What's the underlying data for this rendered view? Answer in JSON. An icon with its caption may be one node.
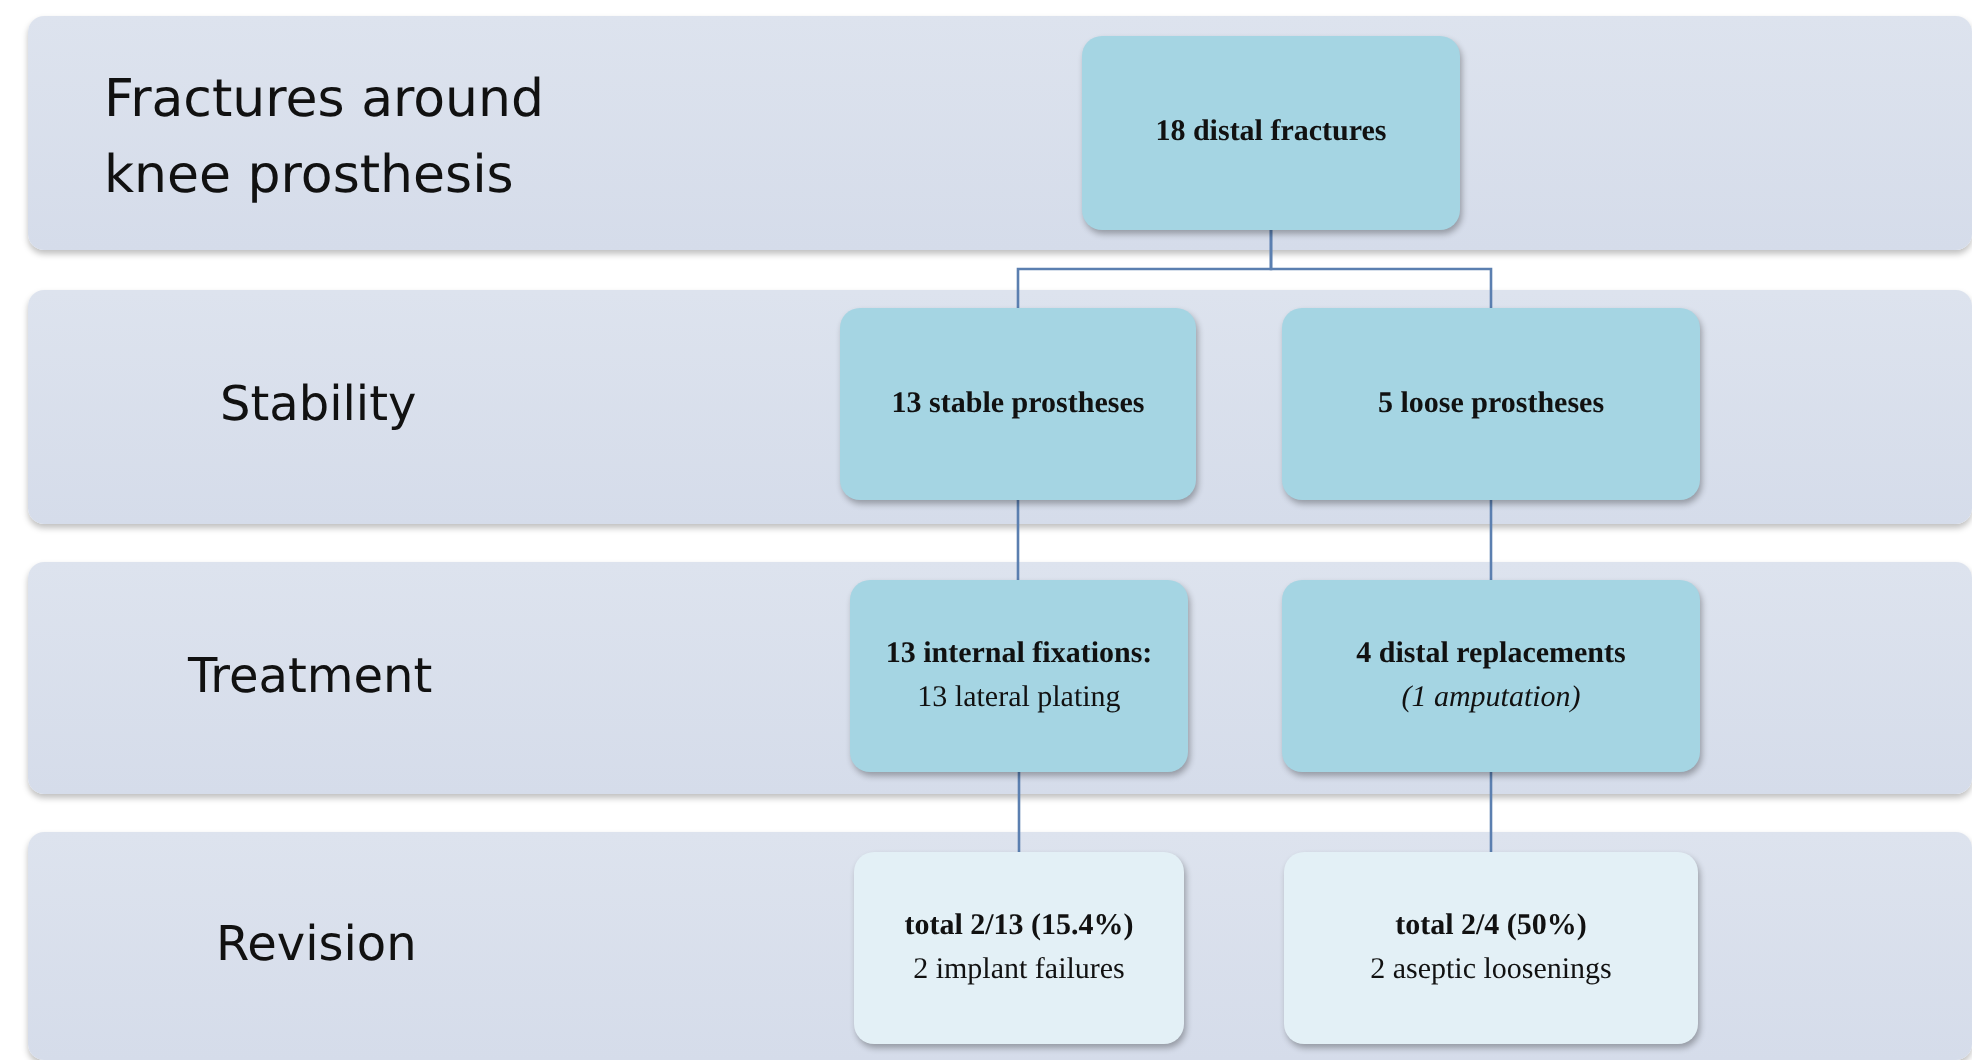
{
  "diagram": {
    "nodes": [
      {
        "text": [
          "Fractures around knee prosthesis"
        ]
      },
      {
        "text": [
          "18 distal fractures"
        ],
        "in": 0
      },
      {
        "text": [
          "Stability"
        ]
      },
      {
        "text": [
          "13 stable prostheses"
        ],
        "in": 2
      },
      {
        "text": [
          "5 loose prostheses"
        ],
        "in": 2
      },
      {
        "text": [
          "Treatment"
        ]
      },
      {
        "text": [
          "13 internal fixations:",
          "13 lateral plating"
        ],
        "in": 5
      },
      {
        "text": [
          "4 distal replacements",
          "(1 amputation)"
        ],
        "in": 5
      },
      {
        "text": [
          "Revision"
        ]
      },
      {
        "text": [
          "total 2/13 (15.4%)",
          "2 implant failures"
        ],
        "in": 8
      },
      {
        "text": [
          "total 2/4 (50%)",
          "2 aseptic loosenings"
        ],
        "in": 8
      }
    ],
    "edges": [
      {
        "from": 1,
        "to": 3,
        "arrow": "none"
      },
      {
        "from": 1,
        "to": 4,
        "arrow": "none"
      },
      {
        "from": 3,
        "to": 6,
        "arrow": "none"
      },
      {
        "from": 4,
        "to": 7,
        "arrow": "none"
      },
      {
        "from": 6,
        "to": 9,
        "arrow": "none"
      },
      {
        "from": 7,
        "to": 10,
        "arrow": "none"
      }
    ]
  }
}
